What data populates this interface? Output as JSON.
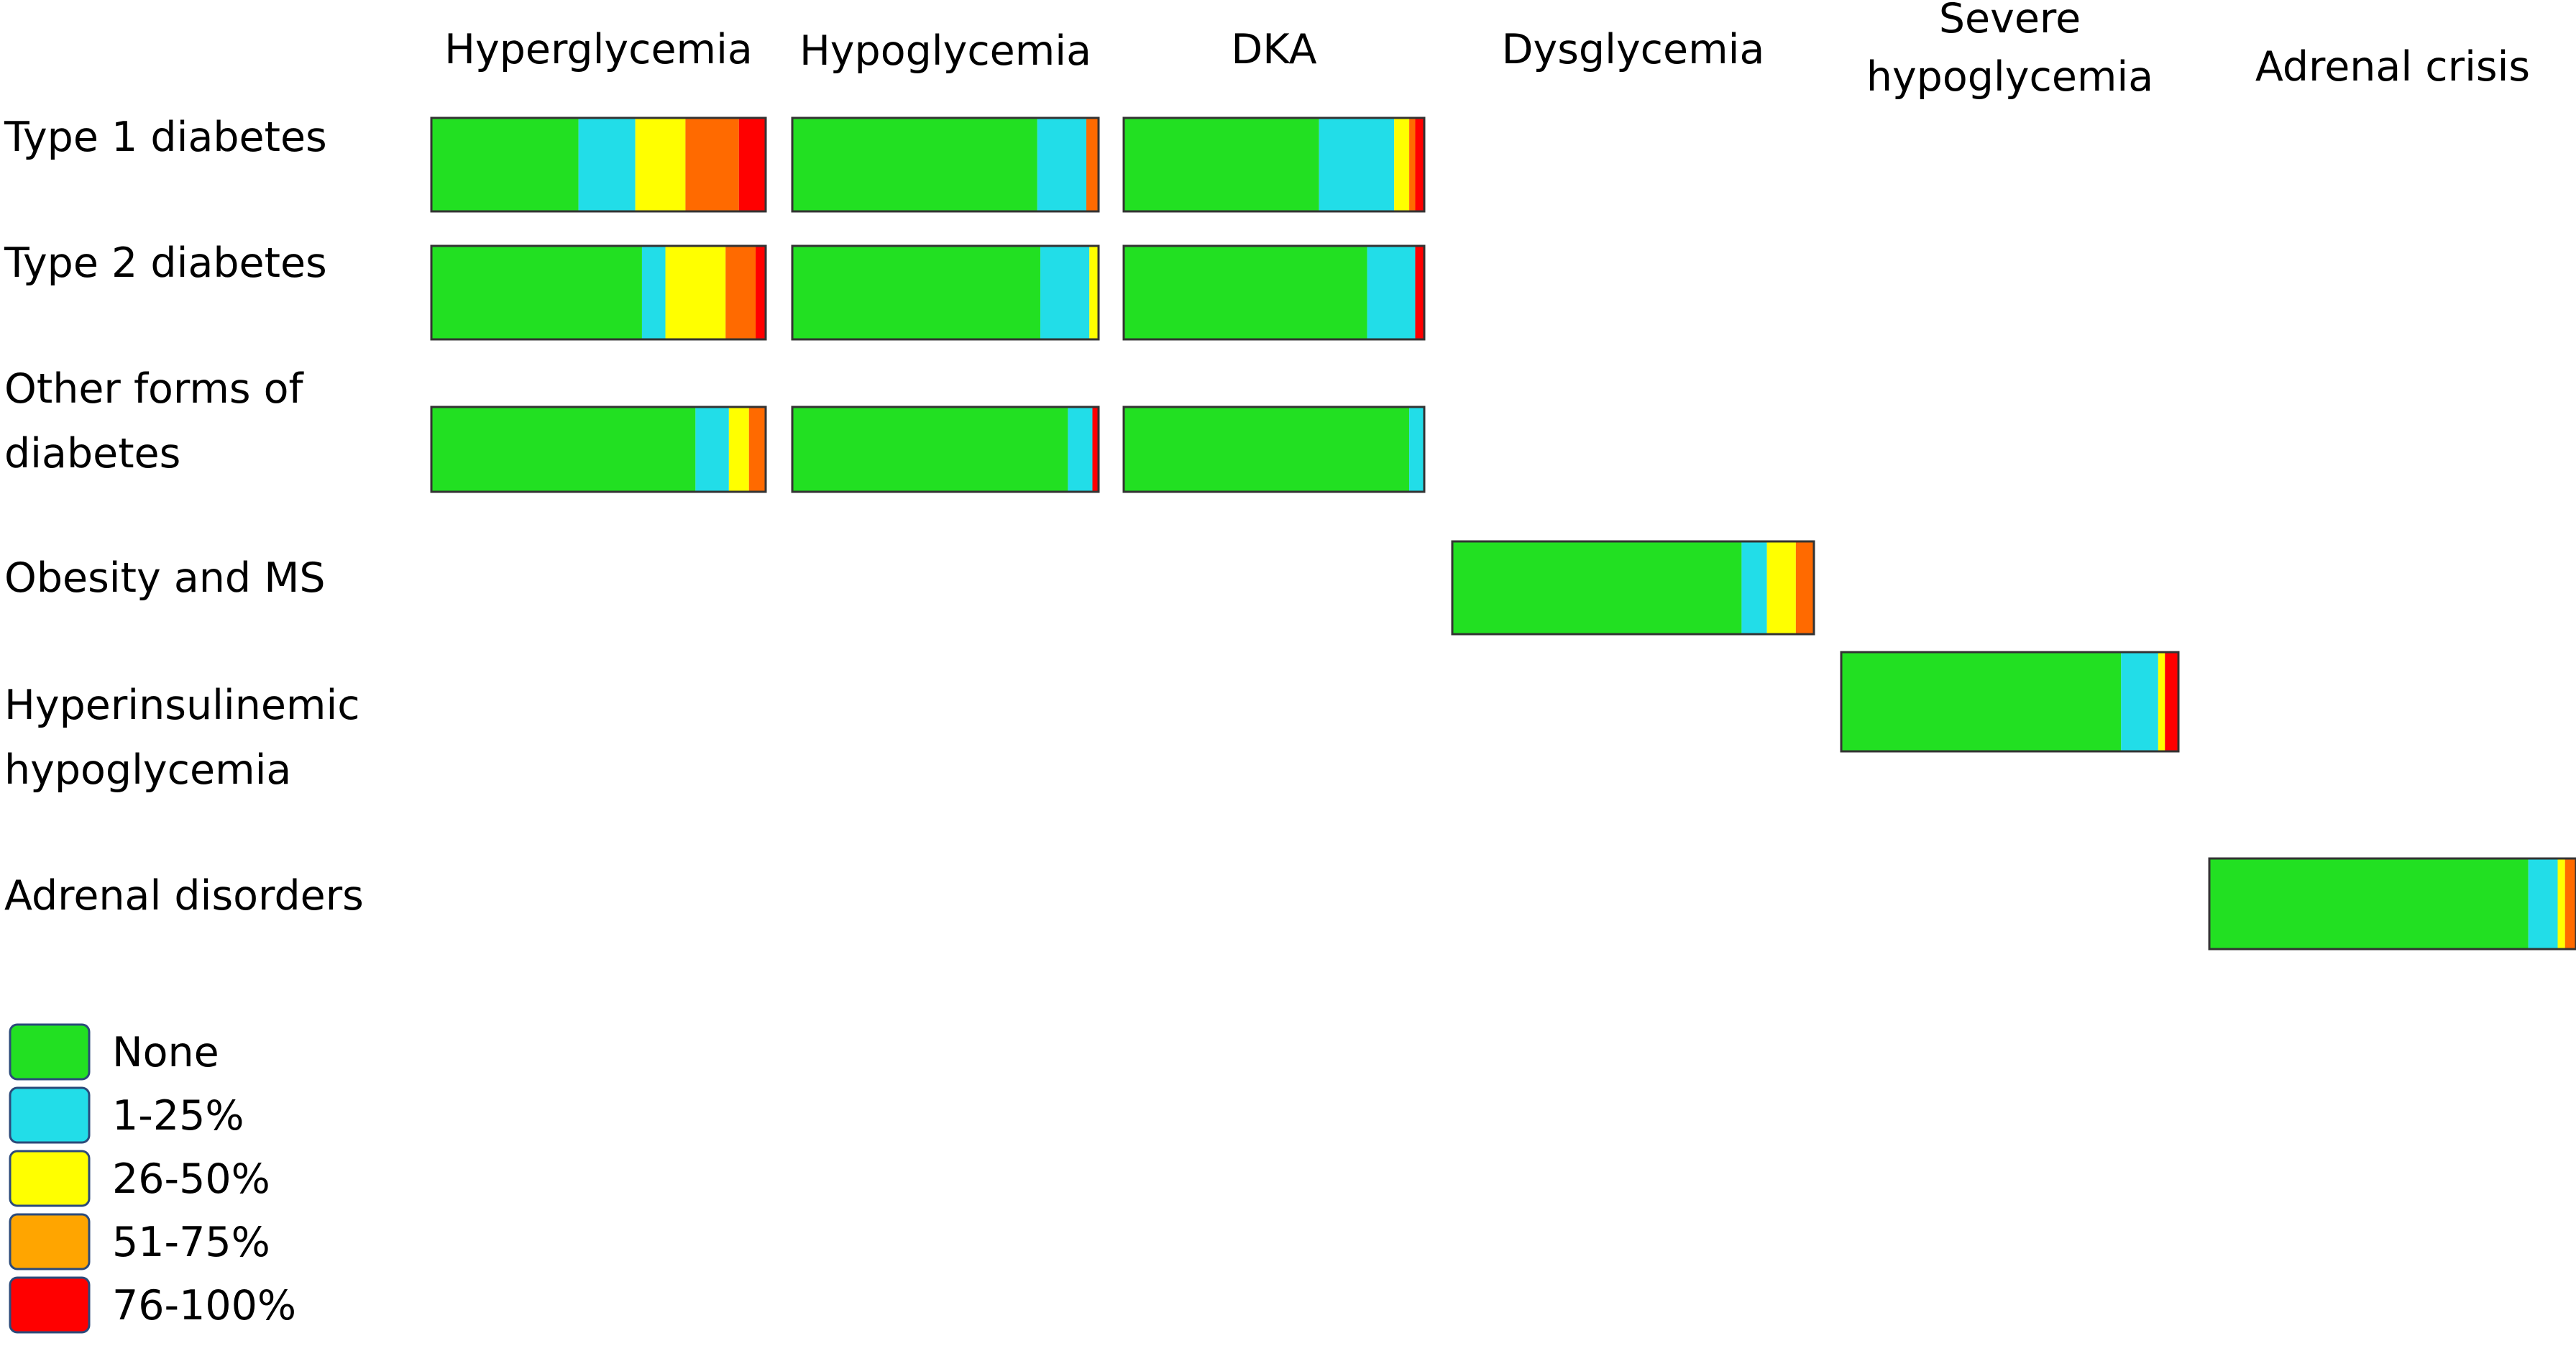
{
  "chart_data": {
    "type": "bar",
    "stacked": true,
    "orientation": "horizontal",
    "grid": false,
    "legend_position": "bottom-left",
    "columns": [
      {
        "id": "hyperglycemia",
        "label": "Hyperglycemia"
      },
      {
        "id": "hypoglycemia",
        "label": "Hypoglycemia"
      },
      {
        "id": "dka",
        "label": "DKA"
      },
      {
        "id": "dysglycemia",
        "label": "Dysglycemia"
      },
      {
        "id": "severe-hypoglycemia",
        "label": "Severe hypoglycemia",
        "lines": [
          "Severe",
          "hypoglycemia"
        ]
      },
      {
        "id": "adrenal-crisis",
        "label": "Adrenal crisis"
      }
    ],
    "rows": [
      {
        "id": "type-1-diabetes",
        "label": "Type 1 diabetes",
        "lines": [
          "Type 1 diabetes"
        ]
      },
      {
        "id": "type-2-diabetes",
        "label": "Type 2 diabetes",
        "lines": [
          "Type 2 diabetes"
        ]
      },
      {
        "id": "other-forms-of-diabetes",
        "label": "Other forms of diabetes",
        "lines": [
          "Other forms of",
          "diabetes"
        ]
      },
      {
        "id": "obesity-and-ms",
        "label": "Obesity and MS",
        "lines": [
          "Obesity and MS"
        ]
      },
      {
        "id": "hyperinsulinemic-hypoglycemia",
        "label": "Hyperinsulinemic hypoglycemia",
        "lines": [
          "Hyperinsulinemic",
          "hypoglycemia"
        ]
      },
      {
        "id": "adrenal-disorders",
        "label": "Adrenal disorders",
        "lines": [
          "Adrenal disorders"
        ]
      }
    ],
    "categories": [
      {
        "id": "none",
        "label": "None",
        "color": "#22e022"
      },
      {
        "id": "p1-25",
        "label": "1-25%",
        "color": "#22dde8"
      },
      {
        "id": "p26-50",
        "label": "26-50%",
        "color": "#ffff00"
      },
      {
        "id": "p51-75",
        "label": "51-75%",
        "color": "#ffa500"
      },
      {
        "id": "p76-100",
        "label": "76-100%",
        "color": "#ff0000"
      }
    ],
    "bar_colors": {
      "none": "#22e022",
      "p1-25": "#22dde8",
      "p26-50": "#ffff00",
      "p51-75": "#ff6a00",
      "p76-100": "#ff0000"
    },
    "series": [
      {
        "row": "type-1-diabetes",
        "column": "hyperglycemia",
        "values": [
          44,
          17,
          15,
          16,
          8
        ]
      },
      {
        "row": "type-1-diabetes",
        "column": "hypoglycemia",
        "values": [
          80,
          16,
          0,
          4,
          0
        ]
      },
      {
        "row": "type-1-diabetes",
        "column": "dka",
        "values": [
          65,
          25,
          5,
          2,
          3
        ]
      },
      {
        "row": "type-2-diabetes",
        "column": "hyperglycemia",
        "values": [
          63,
          7,
          18,
          9,
          3
        ]
      },
      {
        "row": "type-2-diabetes",
        "column": "hypoglycemia",
        "values": [
          81,
          16,
          3,
          0,
          0
        ]
      },
      {
        "row": "type-2-diabetes",
        "column": "dka",
        "values": [
          81,
          16,
          0,
          0,
          3
        ]
      },
      {
        "row": "other-forms-of-diabetes",
        "column": "hyperglycemia",
        "values": [
          79,
          10,
          6,
          5,
          0
        ]
      },
      {
        "row": "other-forms-of-diabetes",
        "column": "hypoglycemia",
        "values": [
          90,
          8,
          0,
          0,
          2
        ]
      },
      {
        "row": "other-forms-of-diabetes",
        "column": "dka",
        "values": [
          95,
          5,
          0,
          0,
          0
        ]
      },
      {
        "row": "obesity-and-ms",
        "column": "dysglycemia",
        "values": [
          80,
          7,
          8,
          5,
          0
        ]
      },
      {
        "row": "hyperinsulinemic-hypoglycemia",
        "column": "severe-hypoglycemia",
        "values": [
          83,
          11,
          2,
          0,
          4
        ]
      },
      {
        "row": "adrenal-disorders",
        "column": "adrenal-crisis",
        "values": [
          87,
          8,
          2,
          3,
          0
        ]
      }
    ]
  }
}
